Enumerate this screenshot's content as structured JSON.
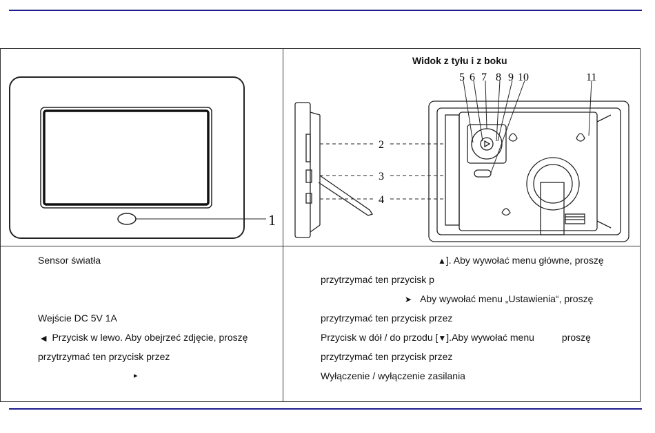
{
  "header": {
    "caption": "Widok z tyłu i z boku"
  },
  "front_view": {
    "callout": "1"
  },
  "rear_view": {
    "top_callouts": [
      "5",
      "6",
      "7",
      "8",
      "9",
      "10",
      "11"
    ],
    "side_callouts": [
      "2",
      "3",
      "4"
    ]
  },
  "left_col": {
    "line1": "Sensor światła",
    "line2": "Wejście DC 5V 1A",
    "line3_icon": "◀",
    "line3": "Przycisk w lewo. Aby obejrzeć zdjęcie, proszę",
    "line4": "przytrzymać ten przycisk przez",
    "line5_icon": "▸"
  },
  "right_col": {
    "line1_icon": "▲",
    "line1": "]. Aby wywołać menu główne, proszę",
    "line2": "przytrzymać ten przycisk p",
    "line3_icon": "➤",
    "line3": "Aby wywołać menu „Ustawienia“, proszę",
    "line4": "przytrzymać ten przycisk przez",
    "line5": "Przycisk w dół / do przodu [",
    "line5_icon": "▼",
    "line5b": "].Aby wywołać menu",
    "line5c": "proszę",
    "line6": "przytrzymać ten przycisk przez",
    "line7": "Wyłączenie / wyłączenie zasilania"
  }
}
